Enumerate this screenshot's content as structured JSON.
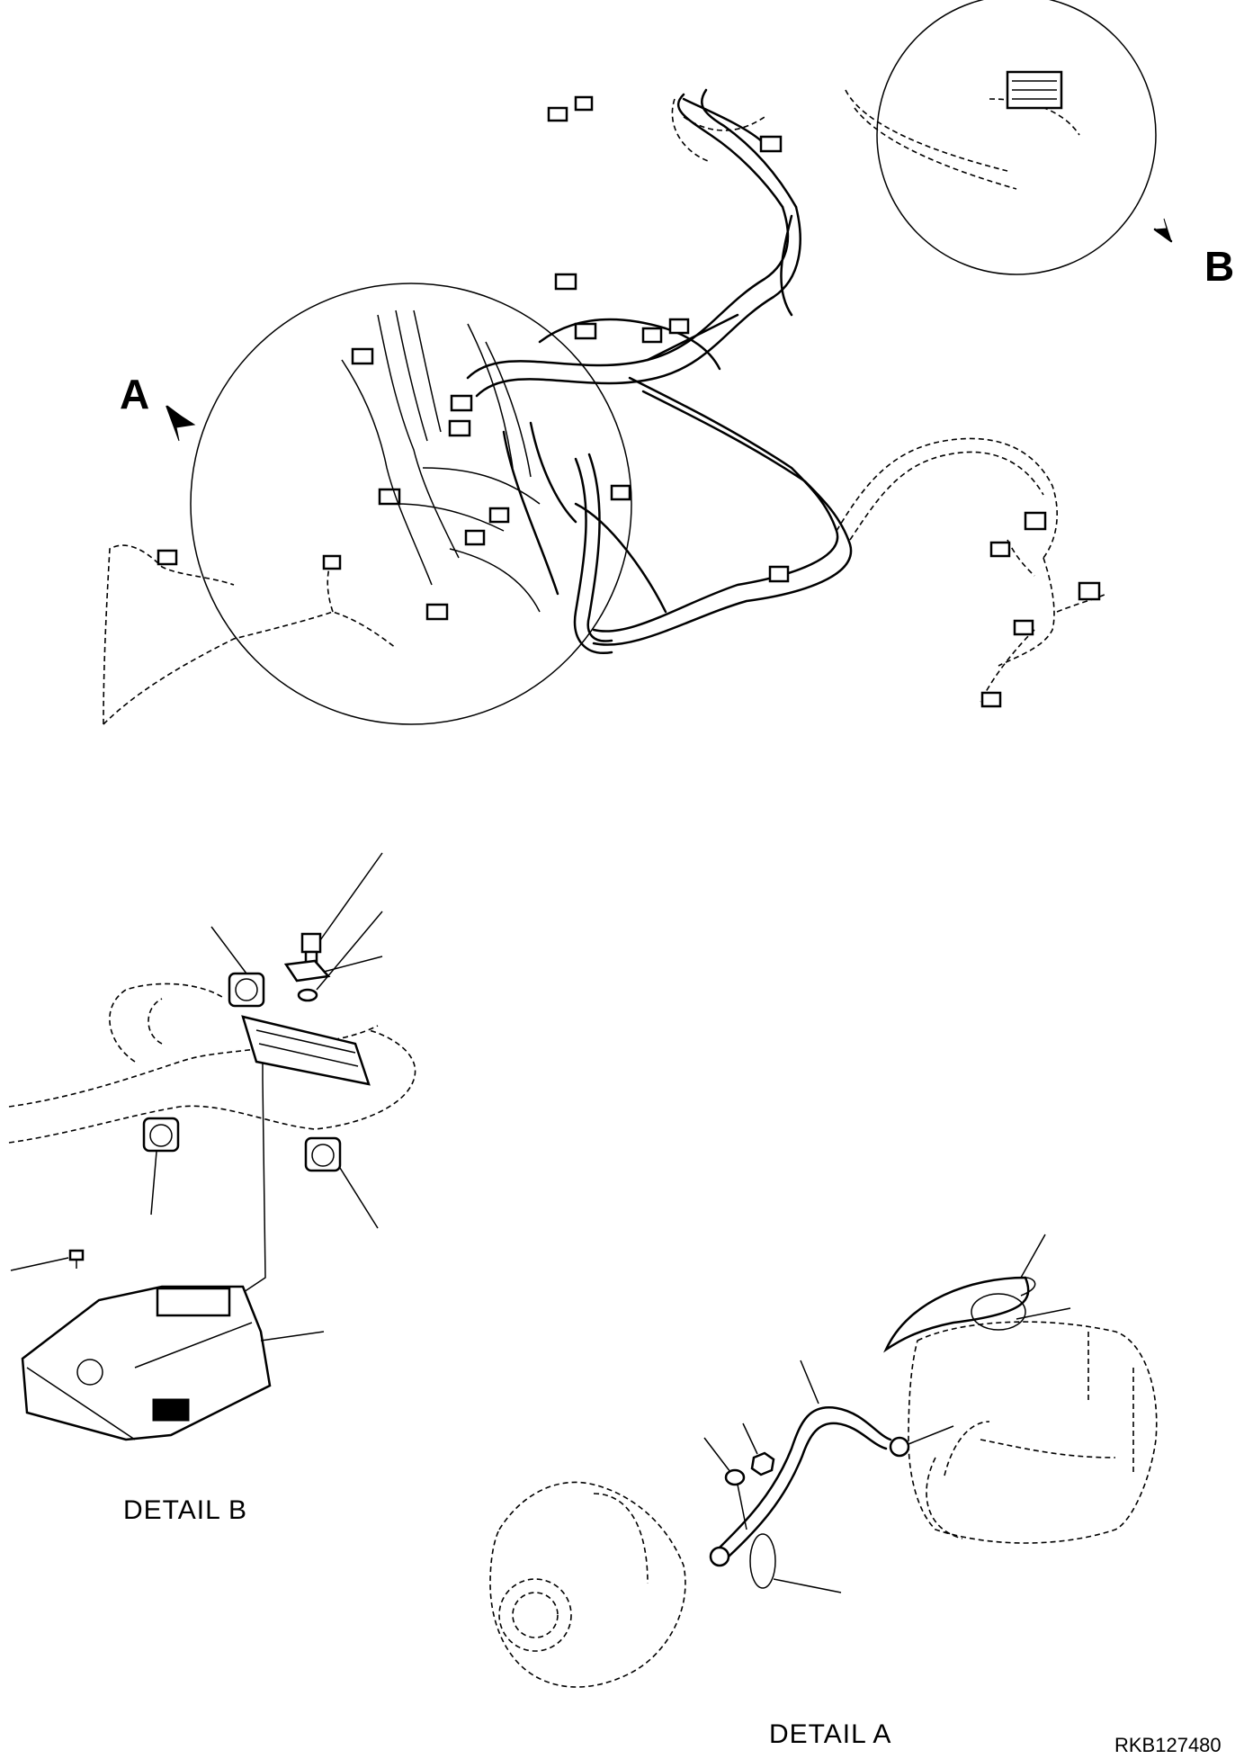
{
  "callouts": {
    "detail_a_marker": "A",
    "detail_b_marker": "B"
  },
  "captions": {
    "detail_a": "DETAIL A",
    "detail_b": "DETAIL B"
  },
  "reference_code": "RKB127480"
}
